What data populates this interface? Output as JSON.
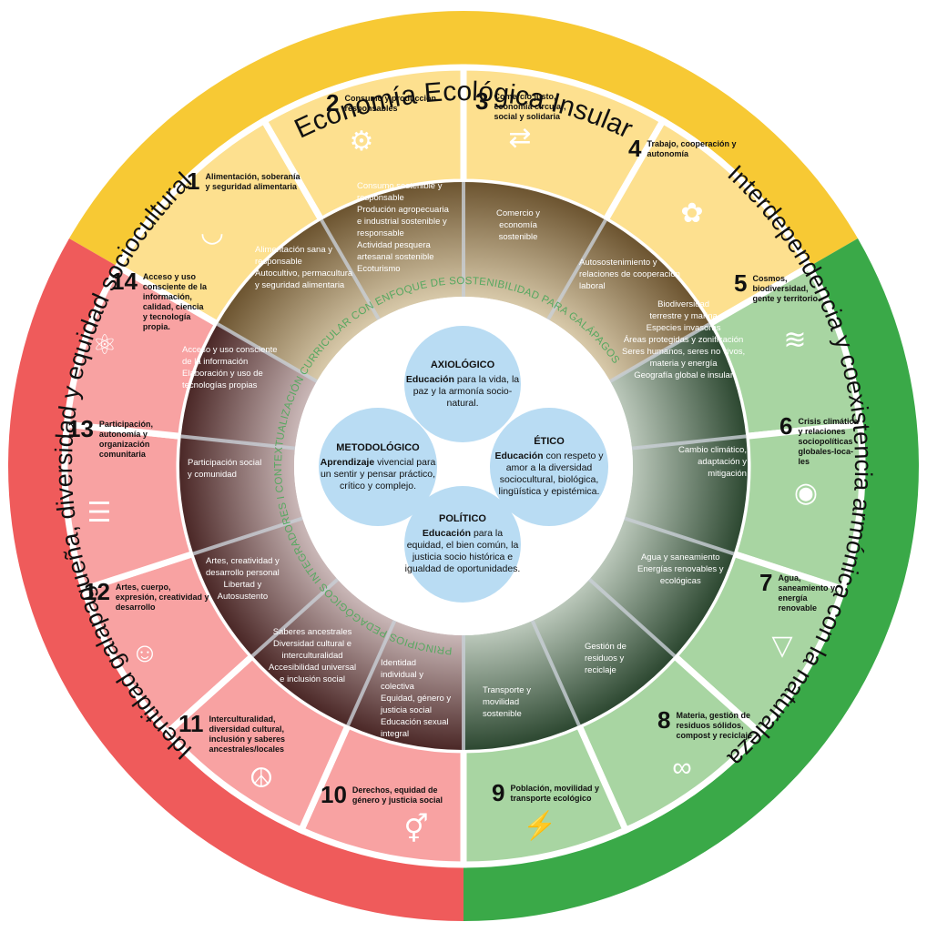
{
  "dimensions": {
    "top": {
      "title": "Economía Ecológica Insular",
      "color": "#f7c934"
    },
    "right": {
      "title": "Interdependencia y coexistencia armónica con la naturaleza",
      "color": "#3aa948"
    },
    "left": {
      "title": "Identidad galapagueña, diversidad y equidad sociocultural",
      "color": "#ef5b5b"
    }
  },
  "ring_title": "PRINCIPIOS PEDAGÓGICOS INTEGRADORES I CONTEXTUALIZACIÓN CURRICULAR CON ENFOQUE DE SOSTENIBILIDAD PARA GALÁPAGOS",
  "segments": [
    {
      "num": "1",
      "title": "Alimentación, soberanía y seguridad alimentaria",
      "icon": "bowl-icon"
    },
    {
      "num": "2",
      "title": "Consumo y producción responsables",
      "icon": "gears-icon"
    },
    {
      "num": "3",
      "title": "Comercio justo, economía circular, social y solidaria",
      "icon": "handshake-icon"
    },
    {
      "num": "4",
      "title": "Trabajo, cooperación y autonomía",
      "icon": "rings-icon"
    },
    {
      "num": "5",
      "title": "Cosmos, biodiversidad, gente y territorio",
      "icon": "fish-icon"
    },
    {
      "num": "6",
      "title": "Crisis climática y relaciones sociopolíticas globales-loca-les",
      "icon": "eye-globe-icon"
    },
    {
      "num": "7",
      "title": "Agua, saneamiento y energía renovable",
      "icon": "water-drop-icon"
    },
    {
      "num": "8",
      "title": "Materia, gestión de residuos sólidos, compost y reciclaje",
      "icon": "infinity-icon"
    },
    {
      "num": "9",
      "title": "Población, movilidad y transporte ecológico",
      "icon": "electric-car-icon"
    },
    {
      "num": "10",
      "title": "Derechos, equidad de género y justicia social",
      "icon": "gender-equality-icon"
    },
    {
      "num": "11",
      "title": "Interculturalidad, diversidad cultural, inclusión y saberes ancestrales/locales",
      "icon": "peace-mandala-icon"
    },
    {
      "num": "12",
      "title": "Artes, cuerpo, expresión, creatividad y desarrollo",
      "icon": "theater-masks-icon"
    },
    {
      "num": "13",
      "title": "Participación, autonomía y organización comunitaria",
      "icon": "community-icon"
    },
    {
      "num": "14",
      "title": "Acceso y uso consciente de la información, calidad, ciencia y tecnología propia.",
      "icon": "science-book-icon"
    }
  ],
  "inner_texts": [
    "Alimentación sana y\nresponsable\nAutocultivo, permacultura\ny seguridad alimentaria",
    "Consumo sostenible y\nresponsable\nProdución agropecuaria\ne industrial sostenible y\nresponsable\nActividad pesquera\nartesanal sostenible\nEcoturismo",
    "Comercio y\neconomía\nsostenible",
    "Autosostenimiento y\nrelaciones de cooperación\nlaboral",
    "Biodiversidad\nterrestre y marina\nEspecies invasoras\nÁreas protegidas y zonificación\nSeres humanos, seres no vivos,\nmateria y energía\nGeografía global e insular",
    "Cambio climático,\nadaptación y\nmitigación",
    "Agua y saneamiento\nEnergías renovables y\necológicas",
    "Gestión de\nresiduos y\nreciclaje",
    "Transporte y\nmovilidad\nsostenible",
    "Identidad\nindividual y\ncolectiva\nEquidad, género y\njusticia social\nEducación sexual\nintegral",
    "Saberes ancestrales\nDiversidad cultural e\ninterculturalidad\nAccesibilidad universal\ne inclusión social",
    "Artes, creatividad y\ndesarrollo personal\nLibertad y\nAutosustento",
    "Participación social\ny comunidad",
    "Acceso y uso consciente\nde la información\nElaboración y uso de\ntecnologías propias"
  ],
  "pillars": {
    "axiologico": {
      "head": "AXIOLÓGICO",
      "lead": "Educación",
      "rest": " para la vida, la paz y la armonía socio-natural."
    },
    "etico": {
      "head": "ÉTICO",
      "lead": "Educación",
      "rest": " con respeto y amor a la diversidad sociocultural, biológica, lingüística y epistémica."
    },
    "politico": {
      "head": "POLÍTICO",
      "lead": "Educación",
      "rest": " para la equidad, el bien común, la justicia socio histórica e igualdad de oportunidades."
    },
    "metodologico": {
      "head": "METODOLÓGICO",
      "lead": "Aprendizaje",
      "rest": " vivencial para un sentir y pensar práctico, crítico y complejo."
    }
  },
  "colors": {
    "yellow_band": "#f7c934",
    "yellow_segment": "#fde08f",
    "green_band": "#3aa948",
    "green_segment": "#a8d5a2",
    "red_band": "#ef5b5b",
    "red_segment": "#f8a2a2",
    "inner_ring": "#6b5a3e",
    "pillar": "#b9dcf3"
  }
}
